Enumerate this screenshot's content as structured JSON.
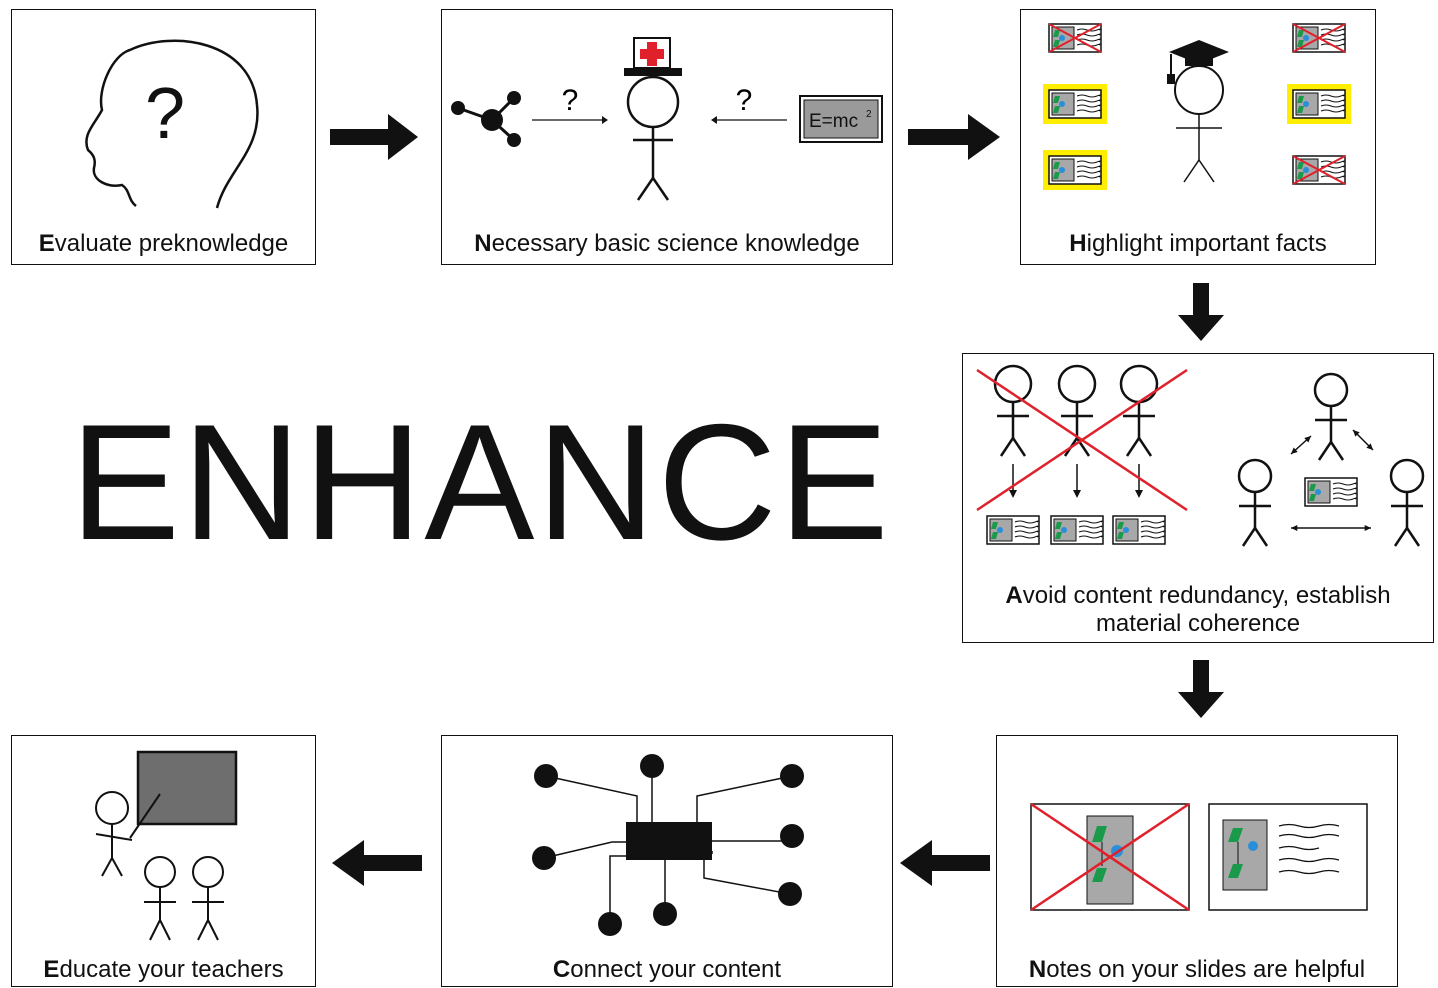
{
  "title": "ENHANCE",
  "steps": [
    {
      "id": "evaluate",
      "initial": "E",
      "rest": "valuate preknowledge"
    },
    {
      "id": "necessary",
      "initial": "N",
      "rest": "ecessary basic science knowledge",
      "formula": "E=mc",
      "formula_sup": "2",
      "q1": "?",
      "q2": "?",
      "head_q": "?"
    },
    {
      "id": "highlight",
      "initial": "H",
      "rest": "ighlight important facts"
    },
    {
      "id": "avoid",
      "initial": "A",
      "rest": "void content redundancy, establish",
      "rest2": "material coherence"
    },
    {
      "id": "notes",
      "initial": "N",
      "rest": "otes on your slides are helpful"
    },
    {
      "id": "connect",
      "initial": "C",
      "rest": "onnect your content"
    },
    {
      "id": "educate",
      "initial": "E",
      "rest": "ducate your teachers"
    }
  ],
  "colors": {
    "highlight": "#ffee00",
    "cross": "#e0202a",
    "board": "#6e6e6e",
    "slide_gray": "#a8a8a8",
    "green": "#1a9a4a",
    "blue": "#2a8fd8",
    "cap_red": "#e0202a"
  }
}
